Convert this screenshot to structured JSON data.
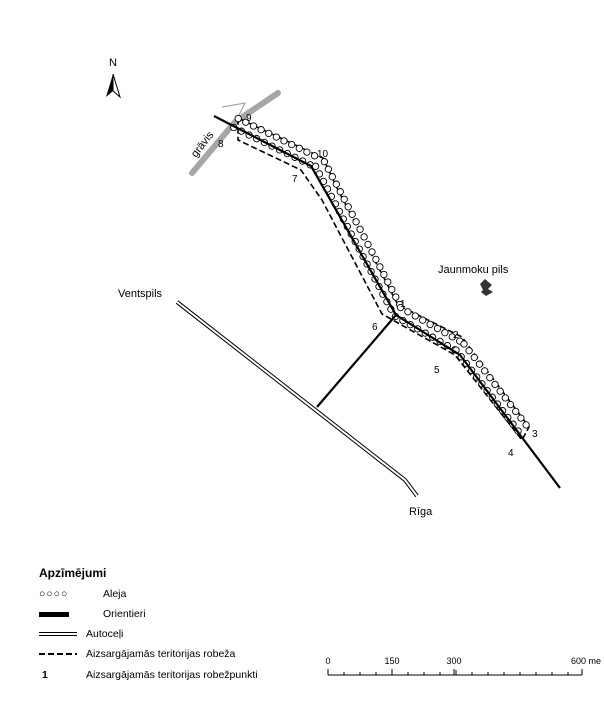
{
  "map": {
    "north_label": "N",
    "labels": {
      "gravis": "grāvis",
      "jaunmoku": "Jaunmoku pils",
      "ventspils": "Ventspils",
      "riga": "Rīga"
    },
    "boundary_points": [
      "1",
      "2",
      "3",
      "4",
      "5",
      "6",
      "7",
      "8",
      "9",
      "10"
    ]
  },
  "legend": {
    "title": "Apzīmējumi",
    "items": [
      {
        "symbol": "○○○○",
        "label": "Aleja"
      },
      {
        "label": "Orientieri"
      },
      {
        "label": "Autoceļi"
      },
      {
        "label": "Aizsargājamās teritorijas robeža"
      },
      {
        "symbol": "1",
        "label": "Aizsargājamās teritorijas robežpunkti"
      }
    ]
  },
  "scale": {
    "ticks": [
      "0",
      "150",
      "300",
      "600 me"
    ]
  }
}
